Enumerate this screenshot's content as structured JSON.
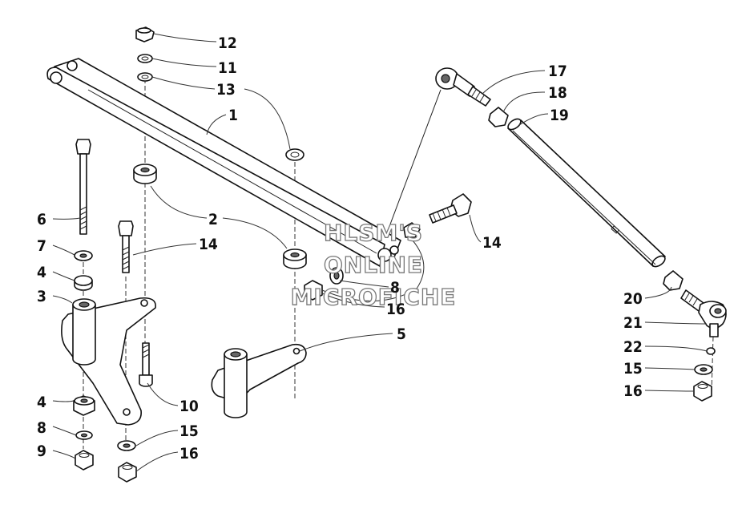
{
  "callouts": [
    "1",
    "2",
    "3",
    "4",
    "4",
    "5",
    "6",
    "7",
    "8",
    "8",
    "9",
    "10",
    "11",
    "12",
    "13",
    "14",
    "14",
    "15",
    "15",
    "16",
    "16",
    "16",
    "17",
    "18",
    "19",
    "20",
    "21",
    "22"
  ],
  "watermark": {
    "line1": "HLSM'S",
    "line2": "ONLINE",
    "line3": "MICROFICHE"
  }
}
